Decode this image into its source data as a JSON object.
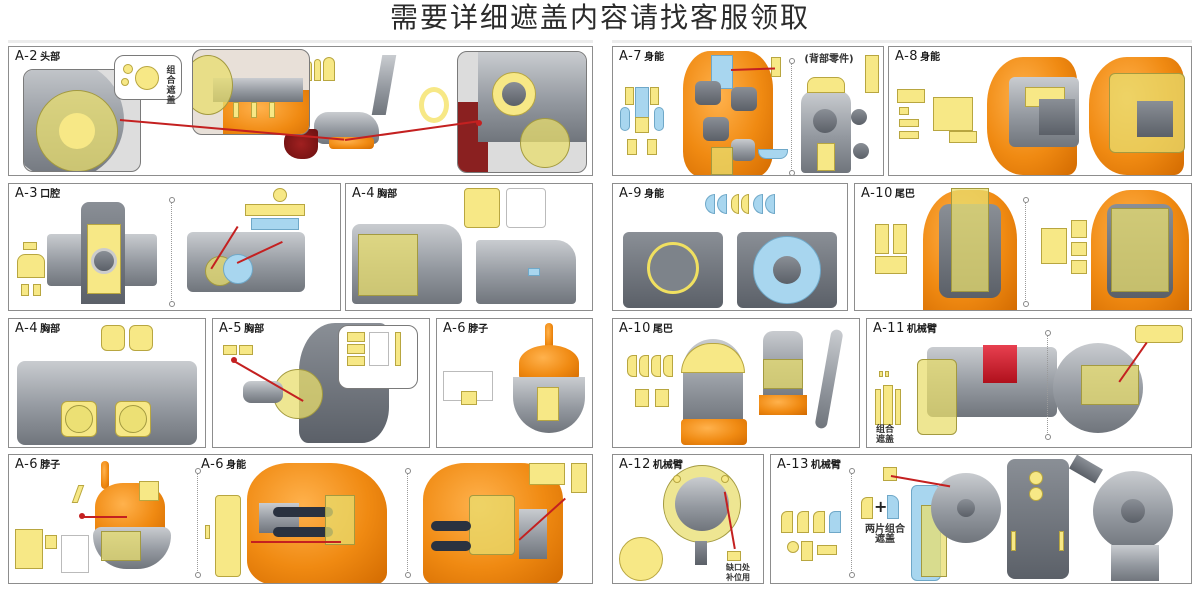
{
  "header": {
    "title": "需要详细遮盖内容请找客服领取"
  },
  "colors": {
    "panel_border": "#8d8d8d",
    "mask_yellow": "#f7e886",
    "mask_blue": "#a8d6ef",
    "leader_red": "#c42020",
    "body_orange": "#f08a12",
    "metal_grey": "#9499a0"
  },
  "panels": [
    {
      "code": "A-2",
      "name": "头部",
      "notes": [
        "组合遮盖"
      ]
    },
    {
      "code": "A-7",
      "name": "身能",
      "notes": [
        "(背部零件)"
      ]
    },
    {
      "code": "A-8",
      "name": "身能",
      "notes": []
    },
    {
      "code": "A-3",
      "name": "口腔",
      "notes": []
    },
    {
      "code": "A-4",
      "name": "胸部",
      "notes": []
    },
    {
      "code": "A-9",
      "name": "身能",
      "notes": []
    },
    {
      "code": "A-10",
      "name": "尾巴",
      "notes": []
    },
    {
      "code": "A-4",
      "name": "胸部",
      "notes": []
    },
    {
      "code": "A-5",
      "name": "胸部",
      "notes": []
    },
    {
      "code": "A-6",
      "name": "脖子",
      "notes": []
    },
    {
      "code": "A-10",
      "name": "尾巴",
      "notes": []
    },
    {
      "code": "A-11",
      "name": "机械臂",
      "notes": [
        "组合遮盖"
      ]
    },
    {
      "code": "A-6",
      "name": "脖子",
      "notes": []
    },
    {
      "code": "A-6",
      "name": "身能",
      "notes": []
    },
    {
      "code": "A-12",
      "name": "机械臂",
      "notes": [
        "缺口处补位用"
      ]
    },
    {
      "code": "A-13",
      "name": "机械臂",
      "notes": [
        "两片组合遮盖"
      ]
    }
  ],
  "icons": {
    "plus": "+"
  }
}
